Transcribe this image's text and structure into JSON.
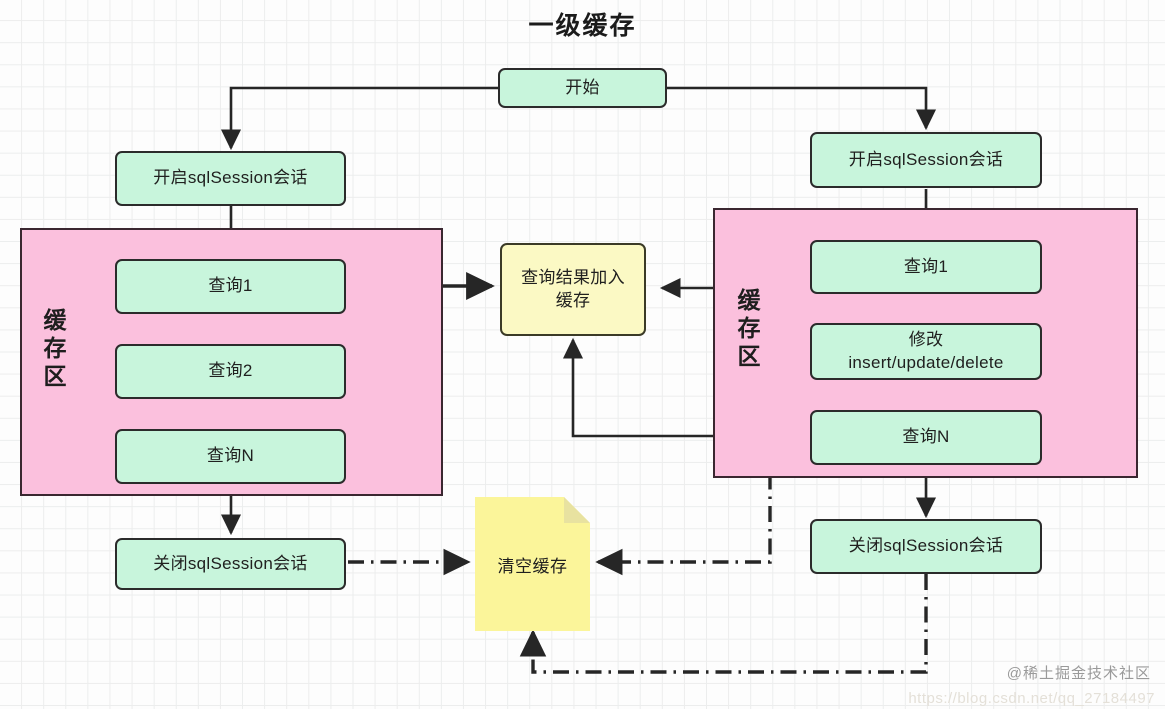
{
  "diagram": {
    "title": "一级缓存",
    "watermark": "@稀土掘金技术社区",
    "watermark_url": "https://blog.csdn.net/qq_27184497",
    "colors": {
      "node_fill": "#c8f5dc",
      "node_stroke": "#2b2b2b",
      "region_fill": "#fbc0dd",
      "region_stroke": "#3a2730",
      "cache_box_fill": "#fbf9c4",
      "note_fill": "#fbf59a",
      "grid_line": "#eceded",
      "background": "#fdfdfd"
    }
  },
  "nodes": {
    "start": {
      "label": "开始"
    },
    "left_open_session": {
      "label": "开启sqlSession会话"
    },
    "left_query1": {
      "label": "查询1"
    },
    "left_query2": {
      "label": "查询2"
    },
    "left_queryN": {
      "label": "查询N"
    },
    "left_close_session": {
      "label": "关闭sqlSession会话"
    },
    "cache_add": {
      "label_line1": "查询结果加入",
      "label_line2": "缓存"
    },
    "right_open_session": {
      "label": "开启sqlSession会话"
    },
    "right_query1": {
      "label": "查询1"
    },
    "right_modify": {
      "label_line1": "修改",
      "label_line2": "insert/update/delete"
    },
    "right_queryN": {
      "label": "查询N"
    },
    "right_close_session": {
      "label": "关闭sqlSession会话"
    },
    "clear_cache": {
      "label": "清空缓存"
    }
  },
  "regions": {
    "left_cache": {
      "label": "缓存区"
    },
    "right_cache": {
      "label": "缓存区"
    }
  }
}
